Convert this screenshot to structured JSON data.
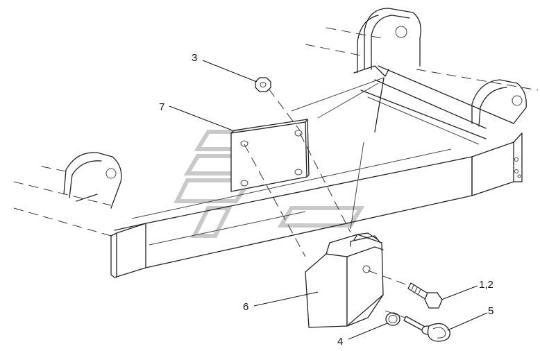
{
  "callouts": [
    {
      "id": "c3",
      "text": "3"
    },
    {
      "id": "c7",
      "text": "7"
    },
    {
      "id": "c6",
      "text": "6"
    },
    {
      "id": "c12",
      "text": "1,2"
    },
    {
      "id": "c5",
      "text": "5"
    },
    {
      "id": "c4",
      "text": "4"
    }
  ]
}
